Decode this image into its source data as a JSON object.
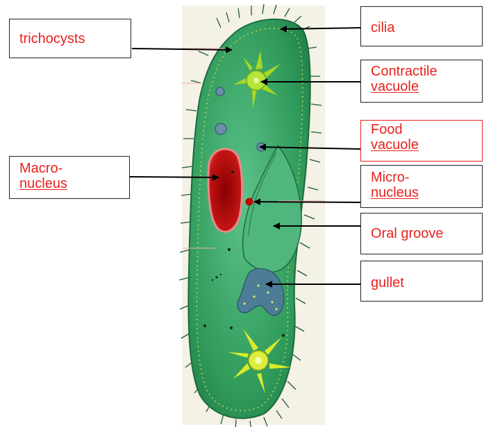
{
  "colors": {
    "label_text": "#e8211d",
    "box_border": "#222222",
    "cell_body": "#2f9a5a",
    "cell_outline": "#1c6b3c",
    "macronucleus": "#b01010",
    "micronucleus": "#c40000",
    "contractile_vacuole": "#a8d820",
    "arrow": "#000000",
    "background_panel": "#f4f1e6"
  },
  "labels": {
    "trichocysts": {
      "line1": "trichocysts",
      "line2": ""
    },
    "cilia": {
      "line1": "cilia",
      "line2": ""
    },
    "contractile_vacuole": {
      "line1": "Contractile",
      "line2": "vacuole"
    },
    "food_vacuole": {
      "line1": "Food",
      "line2": "vacuole"
    },
    "macronucleus": {
      "line1": "Macro-",
      "line2": "nucleus"
    },
    "micronucleus": {
      "line1": "Micro-",
      "line2": "nucleus"
    },
    "oral_groove": {
      "line1": "Oral groove",
      "line2": ""
    },
    "gullet": {
      "line1": "gullet",
      "line2": ""
    }
  }
}
